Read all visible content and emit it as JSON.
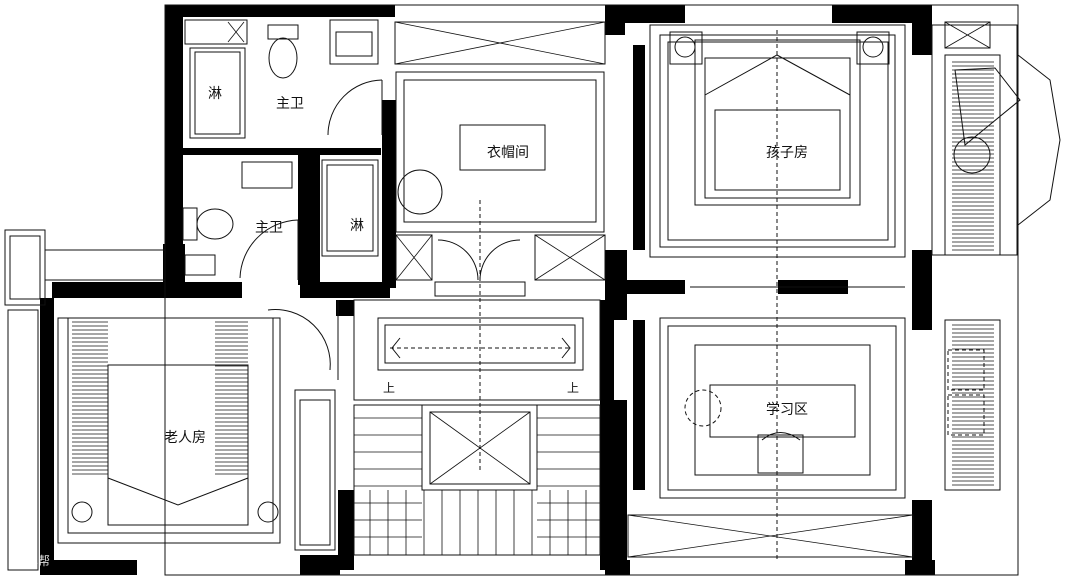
{
  "rooms": {
    "shower_1": "淋",
    "master_bath_1": "主卫",
    "cloakroom": "衣帽间",
    "children_room": "孩子房",
    "master_bath_2": "主卫",
    "shower_2": "淋",
    "elderly_room": "老人房",
    "study_area": "学习区"
  },
  "stairs": {
    "up_left": "上",
    "up_right": "上"
  },
  "watermark": "住小帮"
}
